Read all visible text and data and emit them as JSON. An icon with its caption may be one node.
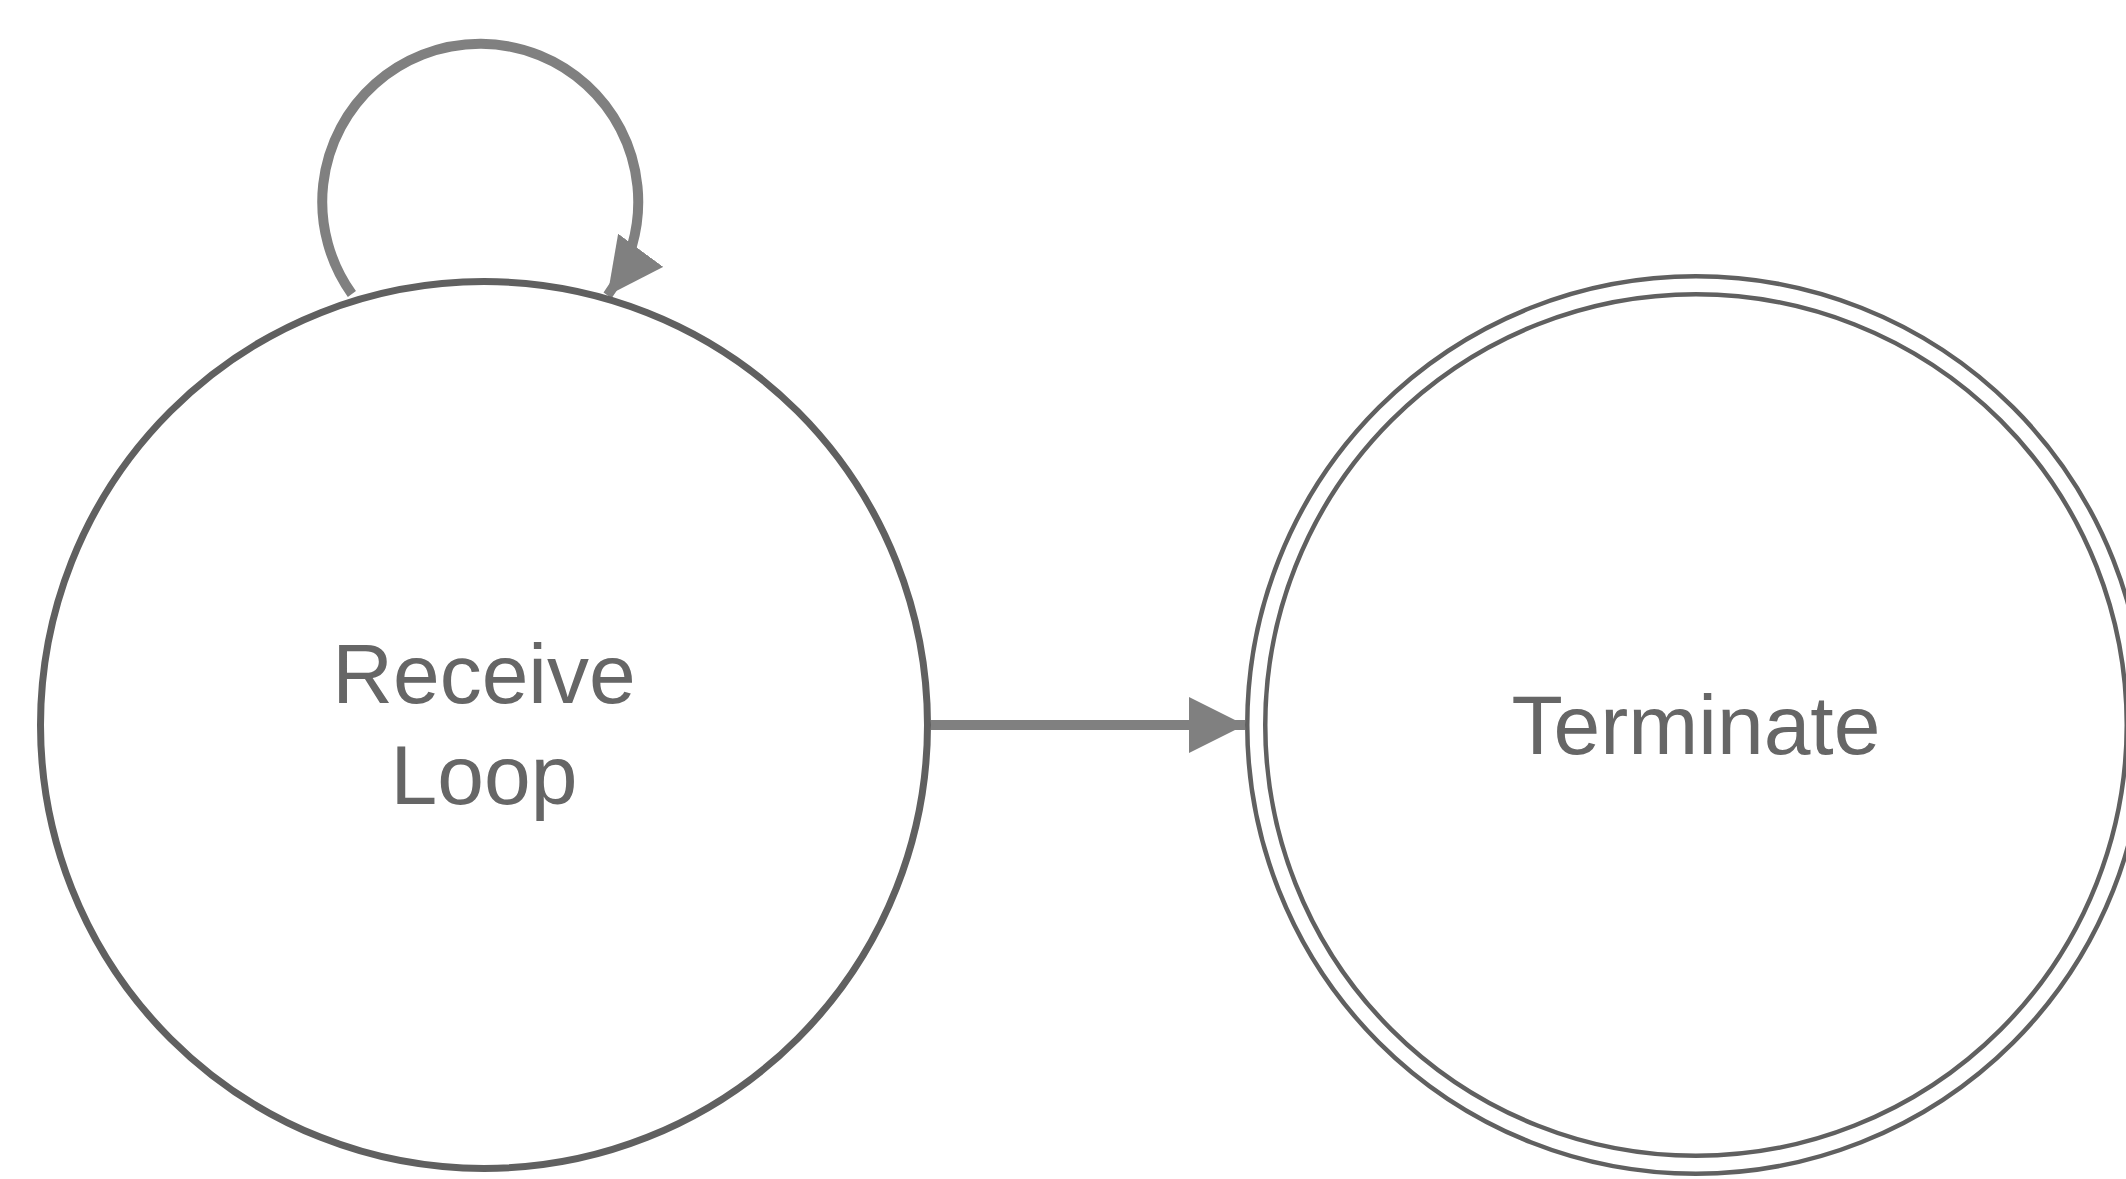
{
  "diagram": {
    "nodes": [
      {
        "text": [
          "Receive Loop"
        ]
      },
      {
        "text": [
          "Terminate"
        ]
      }
    ],
    "edges": [
      {
        "from": 0,
        "to": 0,
        "arrow": "to"
      },
      {
        "from": 0,
        "to": 1,
        "arrow": "to"
      }
    ]
  }
}
